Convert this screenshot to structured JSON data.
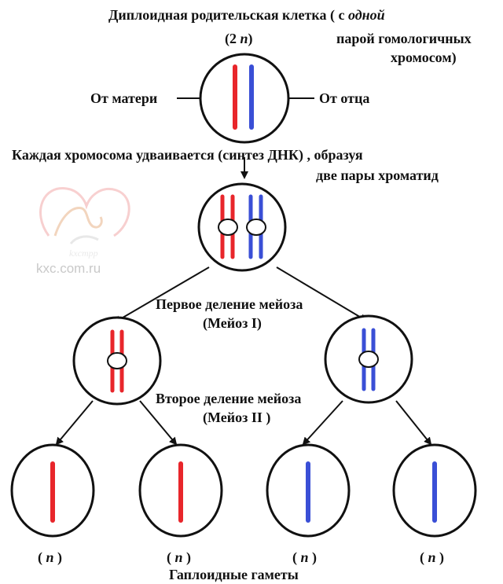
{
  "title": {
    "line1_prefix": "Диплоидная родительская клетка ( с ",
    "line1_emph": "одной",
    "line2": "парой гомологичных",
    "line3": "хромосом)",
    "ploidy_open": "(2 ",
    "ploidy_n": "n",
    "ploidy_close": ")"
  },
  "from_mother": "От матери",
  "from_father": "От отца",
  "replication": {
    "line1": "Каждая хромосома удваивается  (синтез ДНК) , образуя",
    "line2": "две пары хроматид"
  },
  "meiosis1": {
    "line1": "Первое деление мейоза",
    "line2": "(Мейоз I)"
  },
  "meiosis2": {
    "line1": "Второе деление мейоза",
    "line2": "(Мейоз II )"
  },
  "gamete_labels": [
    {
      "open": "( ",
      "n": "n",
      "close": " )"
    },
    {
      "open": "( ",
      "n": "n",
      "close": " )"
    },
    {
      "open": "( ",
      "n": "n",
      "close": " )"
    },
    {
      "open": "( ",
      "n": "n",
      "close": " )"
    }
  ],
  "footer": "Гаплоидные гаметы",
  "watermark": {
    "logo": "kxc-horse-heart-logo",
    "text": "kxc.com.ru"
  },
  "colors": {
    "maternal": "#e8262b",
    "paternal": "#3a4fd6",
    "outline": "#111111"
  }
}
